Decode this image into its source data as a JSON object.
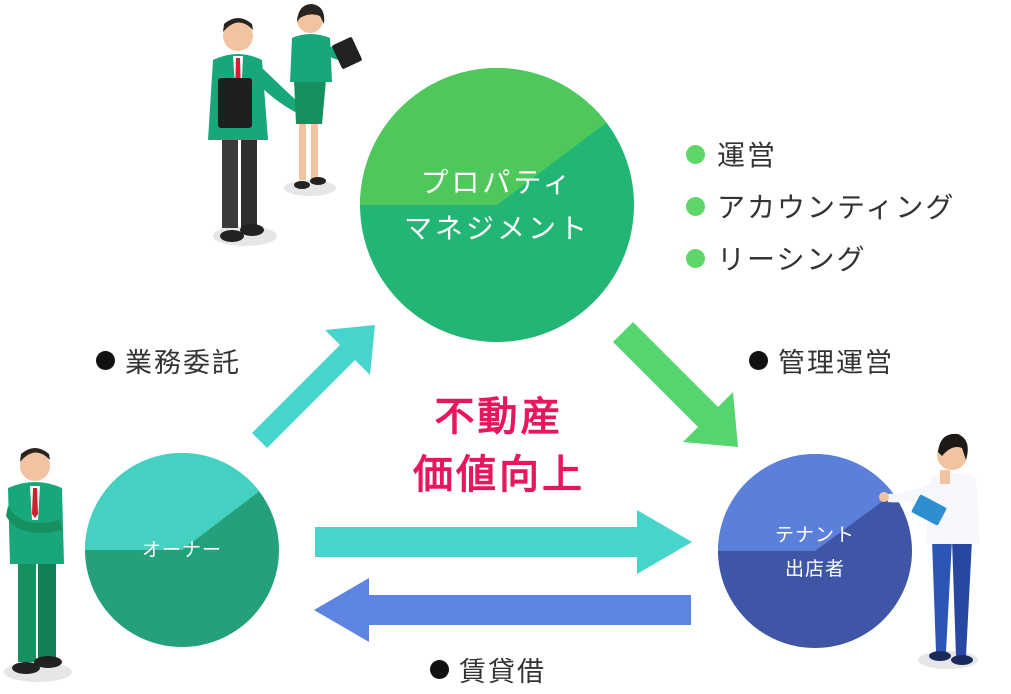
{
  "diagram": {
    "nodes": {
      "property_management": {
        "line1": "プロパティ",
        "line2": "マネジメント"
      },
      "owner": {
        "label": "オーナー"
      },
      "tenant": {
        "line1": "テナント",
        "line2": "出店者"
      }
    },
    "pm_services": [
      "運営",
      "アカウンティング",
      "リーシング"
    ],
    "relations": {
      "owner_to_pm": "業務委託",
      "pm_to_tenant": "管理運営",
      "tenant_owner": "賃貸借"
    },
    "center_message": {
      "line1": "不動産",
      "line2": "価値向上"
    }
  },
  "colors": {
    "pm_circle_light": "#4ec85a",
    "pm_circle_dark": "#22b574",
    "owner_circle_light": "#45d1c1",
    "owner_circle_dark": "#25a07c",
    "tenant_circle_light": "#5a80dc",
    "tenant_circle_dark": "#3f56a6",
    "arrow_teal": "#47d4cd",
    "arrow_green": "#55d570",
    "arrow_blue": "#5c84e0",
    "accent_pink": "#e8175d",
    "service_dot": "#5dd66a"
  }
}
